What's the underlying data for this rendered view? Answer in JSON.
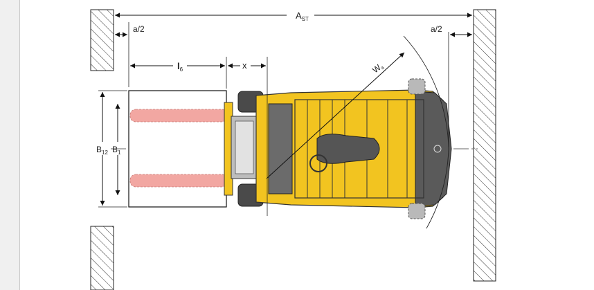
{
  "labels": {
    "aisle_width_main": "A",
    "aisle_width_sub": "ST",
    "half_clearance_left": "a/2",
    "half_clearance_right": "a/2",
    "fork_length_main": "l",
    "fork_length_sub": "6",
    "overhang": "x",
    "turning_radius_main": "W",
    "turning_radius_sub": "a",
    "width_b12_main": "B",
    "width_b12_sub": "12",
    "width_b1_main": "B",
    "width_b1_sub": "1"
  },
  "colors": {
    "truck_yellow": "#f2c420",
    "truck_dark": "#4a4a4a",
    "fork_pink": "#f2a7a2",
    "wheel_grey": "#b9b9b9"
  }
}
